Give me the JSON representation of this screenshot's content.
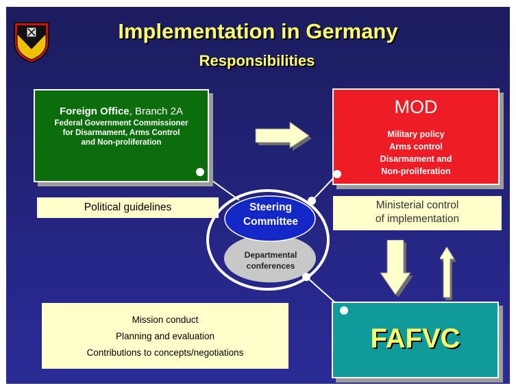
{
  "title": "Implementation in Germany",
  "subtitle": "Responsibilities",
  "foreign_office": {
    "name": "Foreign Office",
    "branch": ", Branch 2A",
    "detail_lines": [
      "Federal Government Commissioner",
      "for Disarmament, Arms Control",
      "and Non-proliferation"
    ]
  },
  "mod": {
    "title": "MOD",
    "items": [
      "Military policy",
      "Arms control",
      "Disarmament and",
      "Non-proliferation"
    ]
  },
  "political_guidelines": "Political guidelines",
  "ministerial_control": [
    "Ministerial control",
    "of implementation"
  ],
  "steering_committee": [
    "Steering",
    "Committee"
  ],
  "departmental_conferences": [
    "Departmental",
    "conferences"
  ],
  "mission": [
    "Mission conduct",
    "Planning and evaluation",
    "Contributions to concepts/negotiations"
  ],
  "fafvc": "FAFVC",
  "colors": {
    "background": "#22227a",
    "title_yellow": "#ffff66",
    "foreign_office_green": "#0b6d0b",
    "mod_red": "#ee1c24",
    "fafvc_teal": "#109a9a",
    "label_cream": "#ffffcc",
    "steering_blue": "#1428c8",
    "departmental_grey": "#c8c8c8"
  }
}
